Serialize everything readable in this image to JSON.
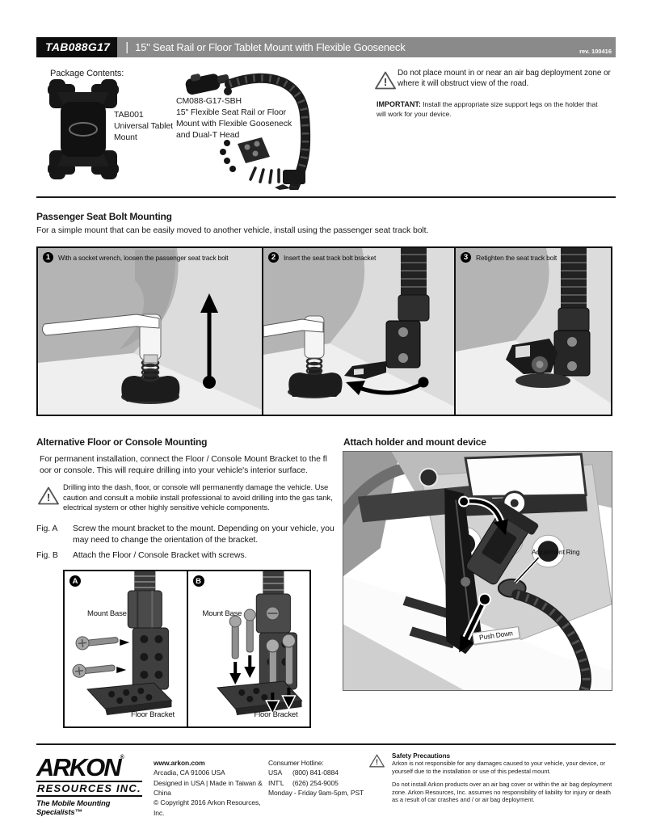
{
  "icons": {
    "exclamation": "!"
  },
  "header": {
    "model": "TAB088G17",
    "separator": "|",
    "title": "15\" Seat Rail or Floor Tablet Mount with Flexible Gooseneck",
    "revision": "rev. 100416"
  },
  "package": {
    "heading": "Package Contents:",
    "items": [
      {
        "label": "TAB001\nUniversal Tablet\nMount"
      },
      {
        "label": "CM088-G17-SBH\n15\" Flexible Seat Rail or Floor\nMount with Flexible Gooseneck\nand Dual-T Head"
      }
    ],
    "airbag_warning": "Do not place mount in or near an air bag deployment zone or where it will obstruct view of the road.",
    "important_label": "IMPORTANT:",
    "important_text": " Install the appropriate size support legs on the holder that will work for your device."
  },
  "seat_mounting": {
    "heading": "Passenger Seat Bolt Mounting",
    "intro": "For a simple mount that can be easily moved to another vehicle, install using the passenger seat track bolt.",
    "steps": [
      {
        "num": "1",
        "label": "With a socket wrench, loosen the passenger seat track bolt"
      },
      {
        "num": "2",
        "label": "Insert the seat track bolt bracket"
      },
      {
        "num": "3",
        "label": "Retighten the seat track bolt"
      }
    ]
  },
  "alt_mounting": {
    "heading": "Alternative Floor or Console Mounting",
    "intro": "For permanent installation, connect the Floor / Console Mount Bracket to the fl oor or console. This will require drilling into your vehicle's interior surface.",
    "warning": "Drilling into the dash, floor, or console will permanently damage the vehicle. Use caution and consult a mobile install professional to avoid drilling into the gas tank, electrical system or other highly sensitive vehicle components.",
    "figures": [
      {
        "ref": "Fig. A",
        "text": "Screw the mount bracket to the mount. Depending on your vehicle, you may need to change the orientation of the bracket."
      },
      {
        "ref": "Fig. B",
        "text": "Attach the Floor / Console Bracket with screws."
      }
    ],
    "panel_a": {
      "badge": "A",
      "mount_base": "Mount Base",
      "floor_bracket": "Floor Bracket"
    },
    "panel_b": {
      "badge": "B",
      "mount_base": "Mount Base",
      "floor_bracket": "Floor Bracket"
    }
  },
  "attach": {
    "heading": "Attach holder and mount device",
    "labels": {
      "adjustment_ring": "Adjustment Ring",
      "push_down": "Push Down"
    }
  },
  "footer": {
    "logo": {
      "name": "ARKON",
      "reg": "®",
      "sub": "RESOURCES INC.",
      "tagline": "The Mobile Mounting Specialists™"
    },
    "contact": {
      "website": "www.arkon.com",
      "address": "Arcadia, CA 91006 USA",
      "made": "Designed in USA | Made in Taiwan & China",
      "copyright": "© Copyright 2016 Arkon Resources, Inc."
    },
    "hotline": {
      "heading": "Consumer Hotline:",
      "rows": [
        {
          "label": "USA",
          "value": "(800) 841-0884"
        },
        {
          "label": "INT'L",
          "value": "(626) 254-9005"
        }
      ],
      "hours": "Monday - Friday 9am-5pm, PST"
    },
    "safety": {
      "heading": "Safety Precautions",
      "p1": "Arkon is not responsible for any damages caused to your vehicle, your device, or yourself due to the installation or use of this pedestal mount.",
      "p2": "Do not install Arkon products over an air bag cover or within the air bag deployment zone. Arkon Resources, Inc. assumes no responsibility of liability for injury or death as a result of car crashes and / or air bag deployment."
    }
  }
}
